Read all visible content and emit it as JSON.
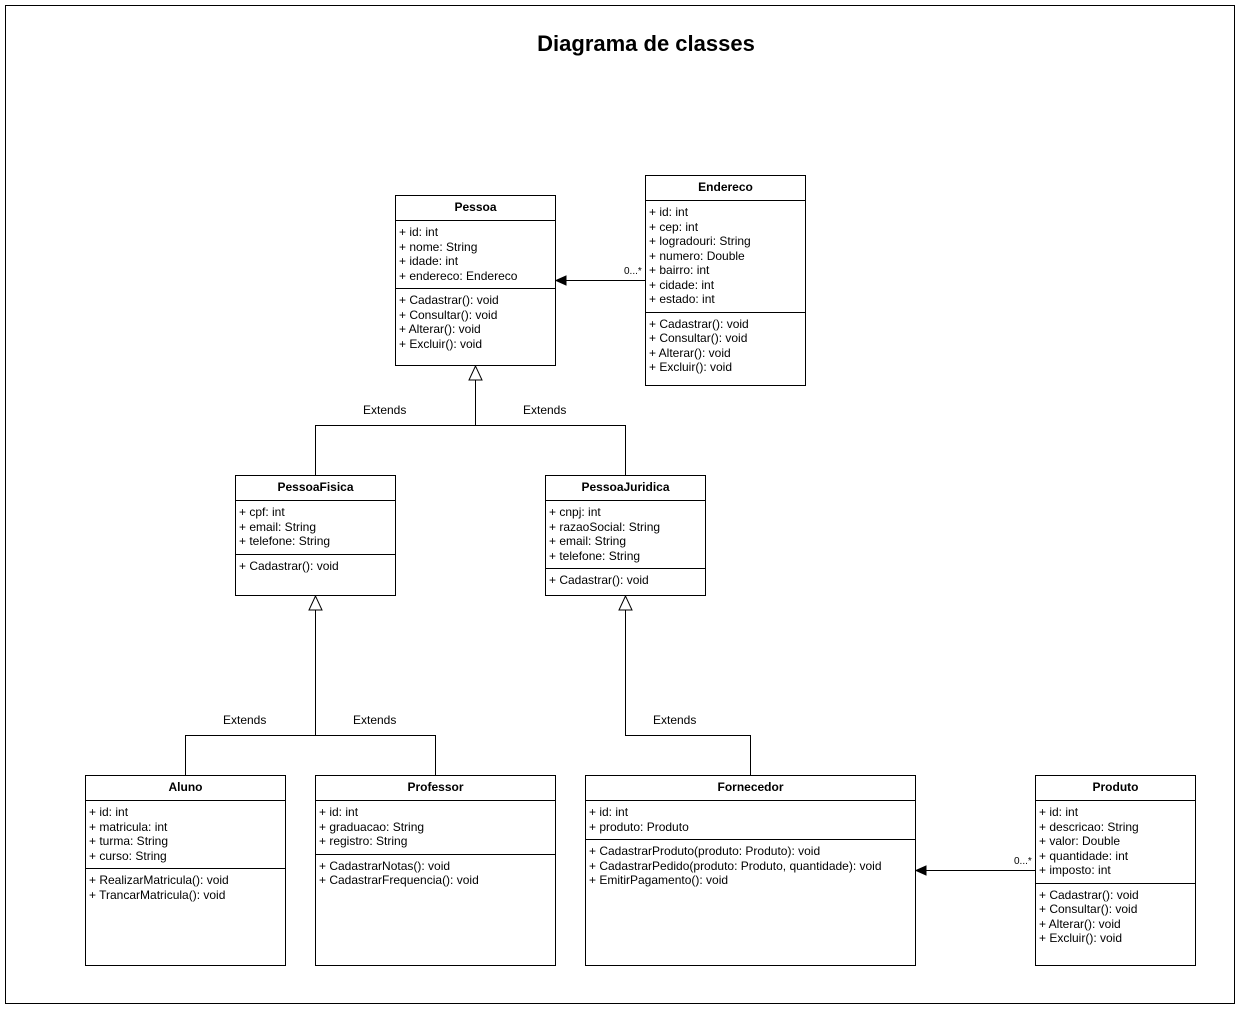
{
  "title": "Diagrama de classes",
  "classes": {
    "pessoa": {
      "name": "Pessoa",
      "attributes": [
        "+ id: int",
        "+ nome: String",
        "+ idade: int",
        "+ endereco: Endereco"
      ],
      "methods": [
        "+ Cadastrar(): void",
        "+ Consultar(): void",
        "+ Alterar(): void",
        "+ Excluir(): void"
      ]
    },
    "endereco": {
      "name": "Endereco",
      "attributes": [
        "+ id: int",
        "+ cep: int",
        "+ logradouri: String",
        "+ numero: Double",
        "+ bairro: int",
        "+ cidade: int",
        "+ estado: int"
      ],
      "methods": [
        "+ Cadastrar(): void",
        "+ Consultar(): void",
        "+ Alterar(): void",
        "+ Excluir(): void"
      ]
    },
    "pessoafisica": {
      "name": "PessoaFisica",
      "attributes": [
        "+ cpf: int",
        "+ email: String",
        "+ telefone: String"
      ],
      "methods": [
        "+ Cadastrar(): void"
      ]
    },
    "pessoajuridica": {
      "name": "PessoaJuridica",
      "attributes": [
        "+ cnpj: int",
        "+ razaoSocial: String",
        "+ email: String",
        "+ telefone: String"
      ],
      "methods": [
        "+ Cadastrar(): void"
      ]
    },
    "aluno": {
      "name": "Aluno",
      "attributes": [
        "+ id: int",
        "+ matricula: int",
        "+ turma: String",
        "+ curso: String"
      ],
      "methods": [
        "+ RealizarMatricula(): void",
        "+ TrancarMatricula(): void"
      ]
    },
    "professor": {
      "name": "Professor",
      "attributes": [
        "+ id: int",
        "+ graduacao: String",
        "+ registro: String"
      ],
      "methods": [
        "+ CadastrarNotas(): void",
        "+ CadastrarFrequencia(): void"
      ]
    },
    "fornecedor": {
      "name": "Fornecedor",
      "attributes": [
        "+ id: int",
        "+ produto: Produto"
      ],
      "methods": [
        "+ CadastrarProduto(produto: Produto): void",
        "+ CadastrarPedido(produto: Produto, quantidade): void",
        "+ EmitirPagamento(): void"
      ]
    },
    "produto": {
      "name": "Produto",
      "attributes": [
        "+ id: int",
        "+ descricao: String",
        "+ valor: Double",
        "+ quantidade: int",
        "+ imposto: int"
      ],
      "methods": [
        "+ Cadastrar(): void",
        "+ Consultar(): void",
        "+ Alterar(): void",
        "+ Excluir(): void"
      ]
    }
  },
  "edge_labels": {
    "extends_label": "Extends",
    "multiplicity": "0...*"
  }
}
